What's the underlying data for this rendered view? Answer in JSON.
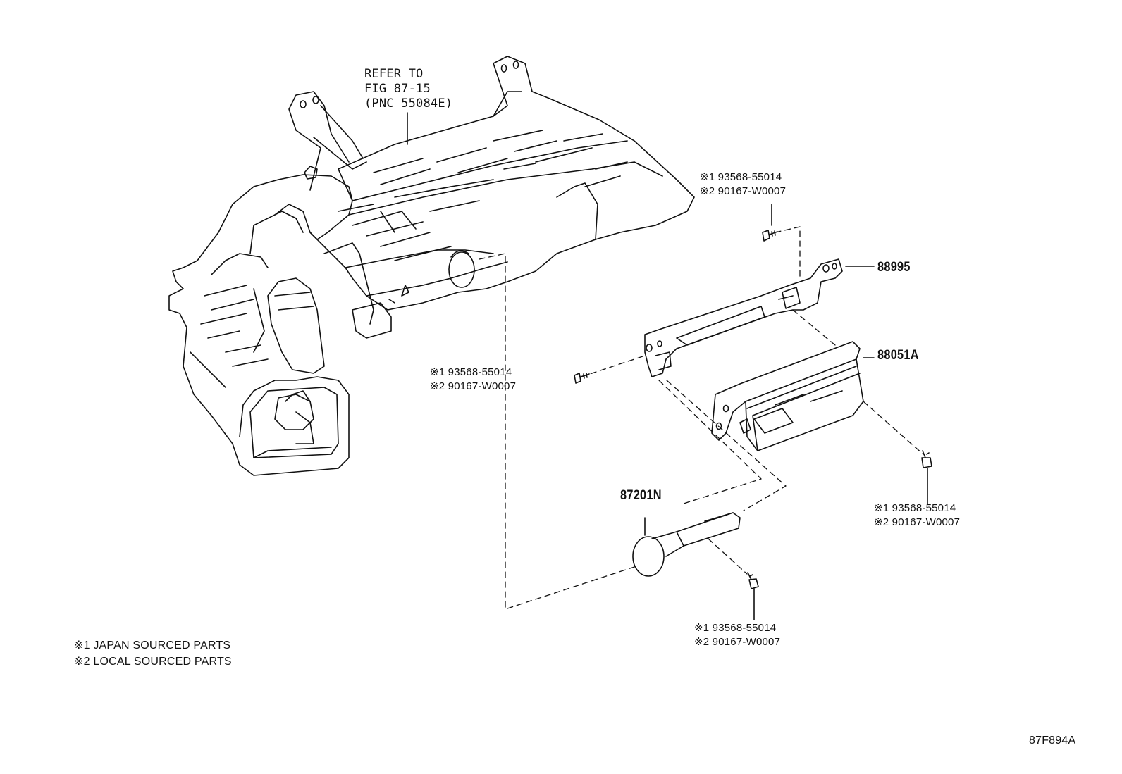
{
  "reference": {
    "line1": "REFER TO",
    "line2": "FIG 87-15",
    "line3": "(PNC 55084E)"
  },
  "parts": {
    "bracket": "88995",
    "module": "88051A",
    "sensor": "87201N"
  },
  "bolt_callouts": {
    "top": {
      "line1": "※1 93568-55014",
      "line2": "※2 90167-W0007"
    },
    "left": {
      "line1": "※1 93568-55014",
      "line2": "※2 90167-W0007"
    },
    "right": {
      "line1": "※1 93568-55014",
      "line2": "※2 90167-W0007"
    },
    "bottom": {
      "line1": "※1 93568-55014",
      "line2": "※2 90167-W0007"
    }
  },
  "legend": {
    "line1": "※1 JAPAN SOURCED PARTS",
    "line2": "※2 LOCAL SOURCED PARTS"
  },
  "figure_code": "87F894A"
}
